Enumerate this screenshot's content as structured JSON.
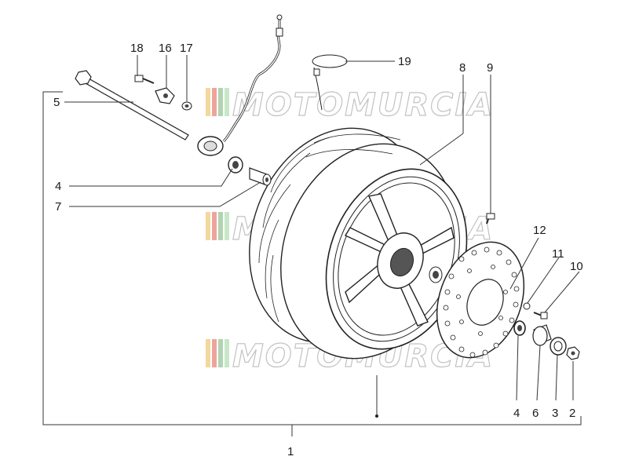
{
  "watermark": {
    "text": "MOTOMURCIA",
    "stripe_colors": [
      "#e8b84a",
      "#e05a4a",
      "#6fb06f",
      "#9ad29a"
    ]
  },
  "callouts": [
    "1",
    "2",
    "3",
    "4",
    "4",
    "5",
    "6",
    "7",
    "8",
    "9",
    "10",
    "11",
    "12",
    "16",
    "17",
    "18",
    "19"
  ]
}
